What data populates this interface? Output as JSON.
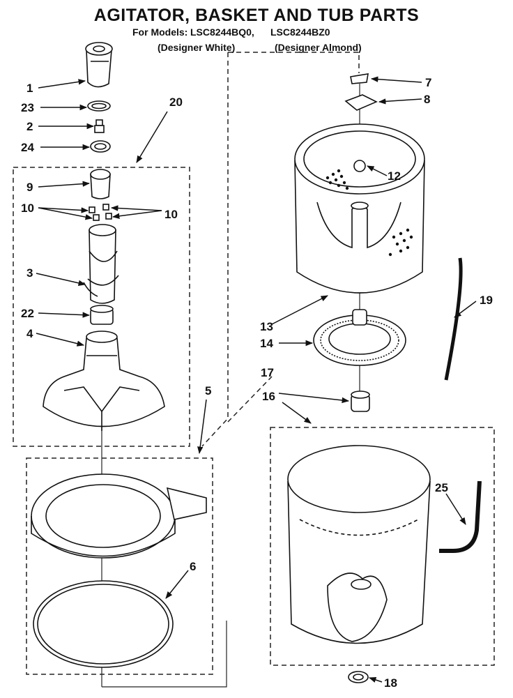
{
  "title": "AGITATOR, BASKET AND TUB PARTS",
  "models_prefix": "For Models:",
  "model_1": "LSC8244BQ0,",
  "model_2": "LSC8244BZ0",
  "finish_1": "(Designer White)",
  "finish_2": "(Designer Almond)",
  "callouts": [
    "1",
    "23",
    "2",
    "24",
    "20",
    "9",
    "10",
    "10",
    "3",
    "22",
    "4",
    "5",
    "6",
    "7",
    "8",
    "12",
    "13",
    "14",
    "19",
    "17",
    "16",
    "25",
    "18"
  ]
}
